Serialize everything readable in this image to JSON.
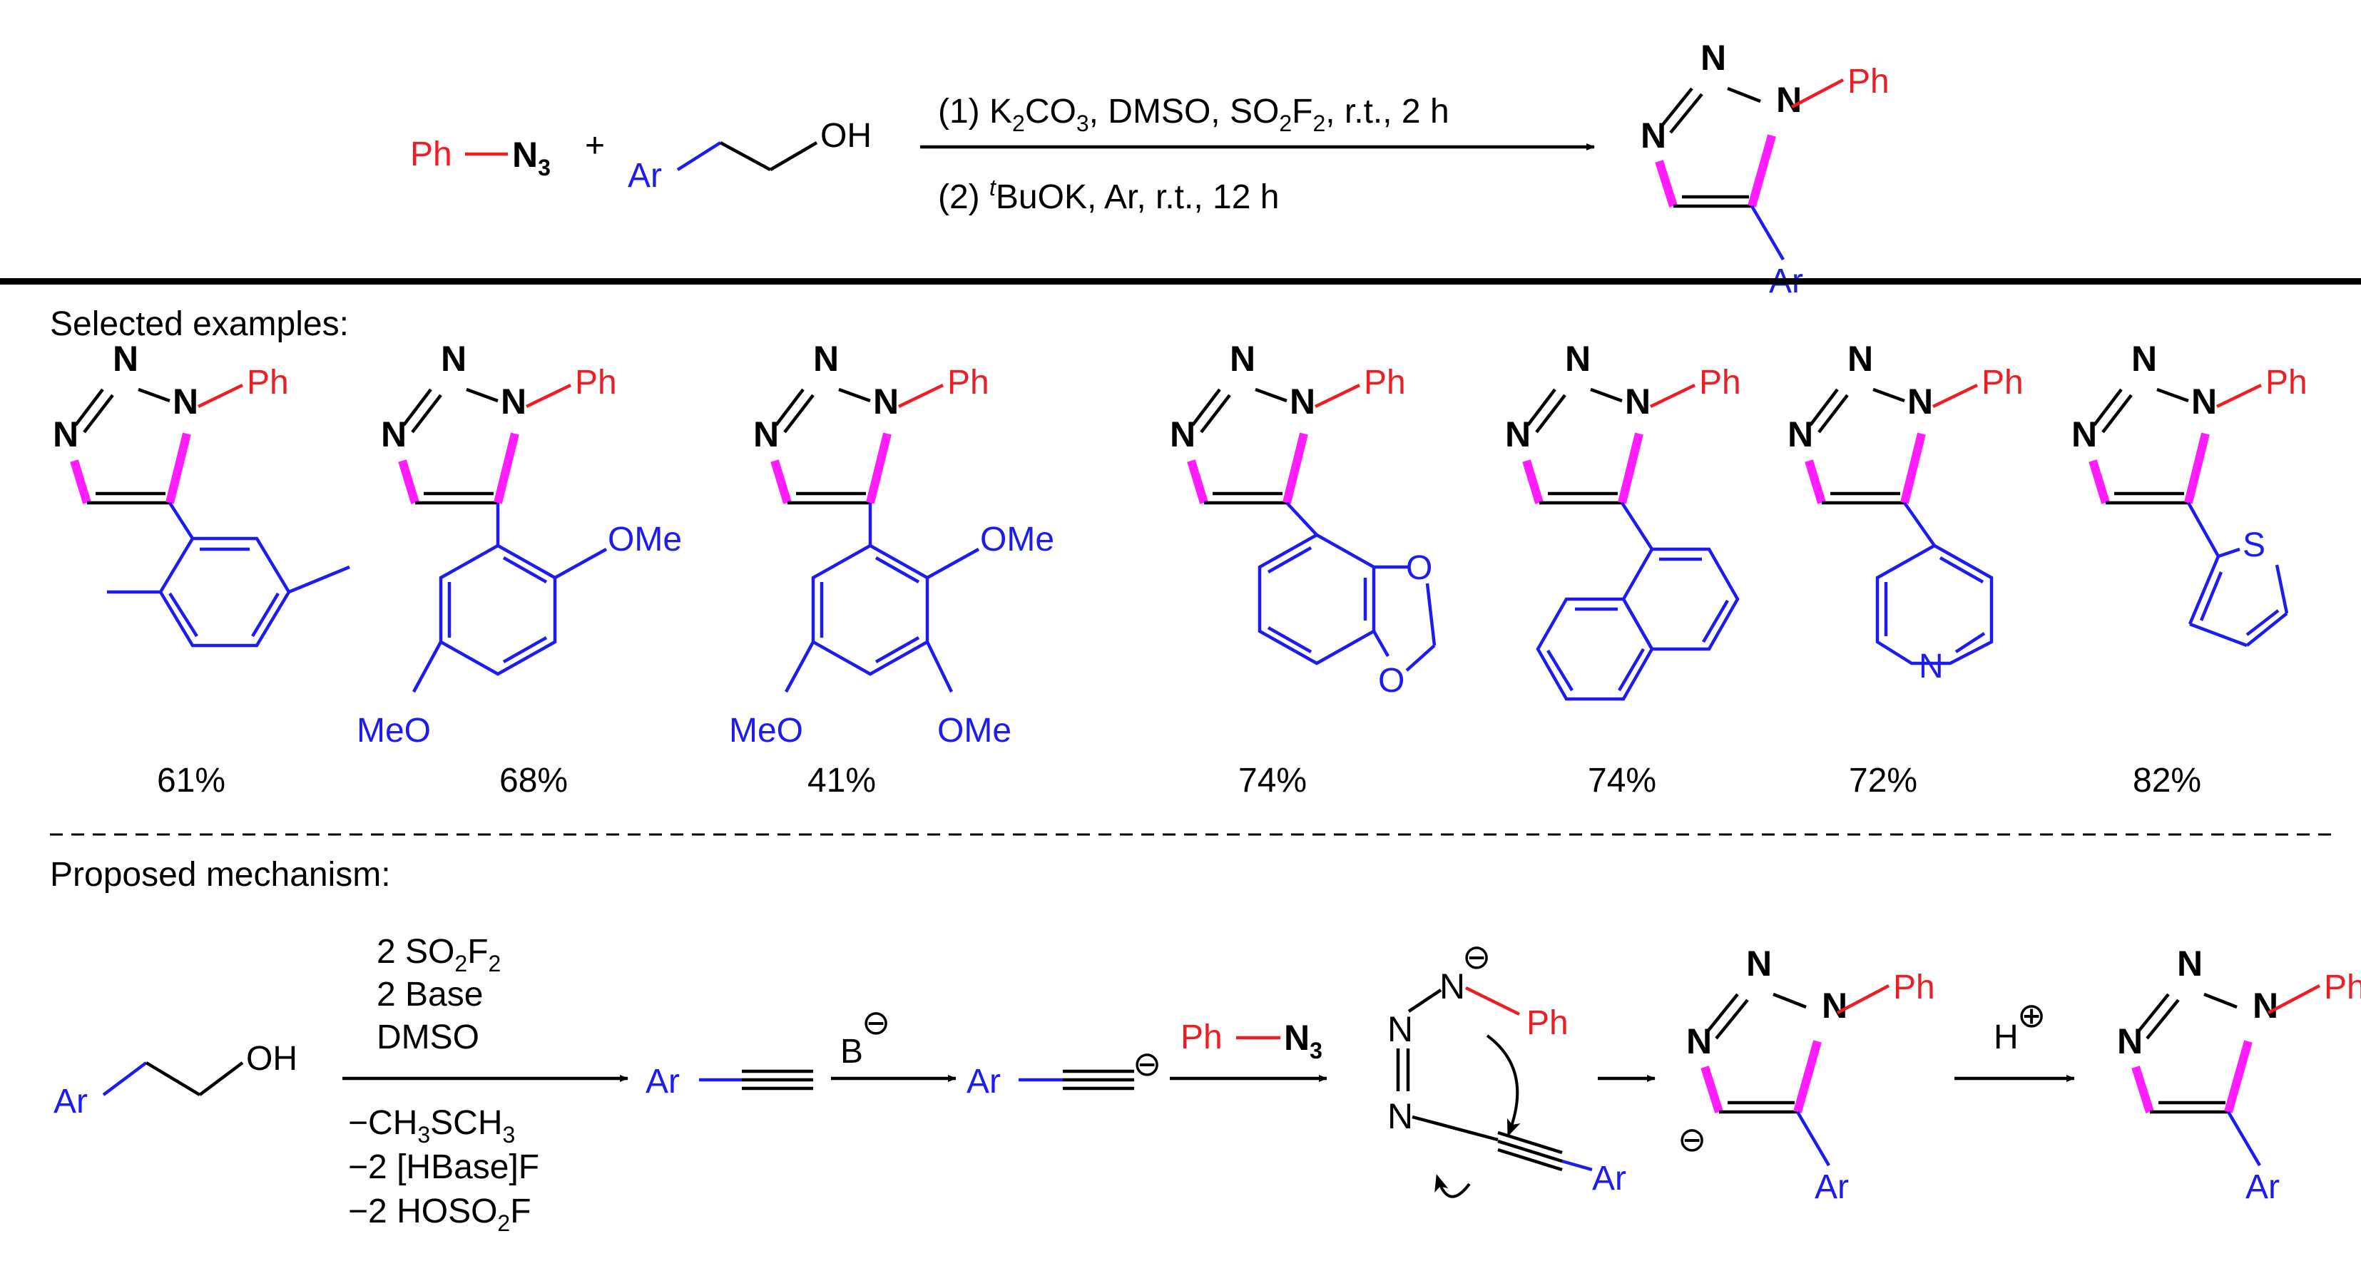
{
  "colors": {
    "substituent": "#ee1c23",
    "aryl": "#1c1cf0",
    "new_bonds": "#ff1dff",
    "text": "#000000"
  },
  "labels": {
    "ph": "Ph",
    "n3": "N",
    "n3_sub": "3",
    "ar": "Ar",
    "oh": "OH",
    "plus": "+",
    "n": "N",
    "s": "S",
    "ome": "OMe",
    "meo": "MeO",
    "o": "O",
    "minus": "⊖",
    "plus_charge": "⊕",
    "b": "B",
    "h": "H"
  },
  "reaction": {
    "cond1_a": "(1) K",
    "cond1_sub1": "2",
    "cond1_b": "CO",
    "cond1_sub2": "3",
    "cond1_c": ", DMSO, SO",
    "cond1_sub3": "2",
    "cond1_d": "F",
    "cond1_sub4": "2",
    "cond1_e": ", r.t., 2 h",
    "cond2_a": "(2) ",
    "cond2_sup": "t",
    "cond2_b": "BuOK, Ar, r.t., 12 h"
  },
  "examples": {
    "heading": "Selected examples:",
    "yields": [
      "61%",
      "68%",
      "41%",
      "74%",
      "74%",
      "72%",
      "82%"
    ]
  },
  "mechanism": {
    "heading": "Proposed mechanism:",
    "reagent1_a": "2 SO",
    "reagent1_sub1": "2",
    "reagent1_b": "F",
    "reagent1_sub2": "2",
    "reagent2": "2 Base",
    "reagent3": "DMSO",
    "byproduct1_a": "−CH",
    "byproduct1_sub1": "3",
    "byproduct1_b": "SCH",
    "byproduct1_sub2": "3",
    "byproduct2": "−2 [HBase]F",
    "byproduct3_a": "−2 HOSO",
    "byproduct3_sub": "2",
    "byproduct3_b": "F"
  }
}
